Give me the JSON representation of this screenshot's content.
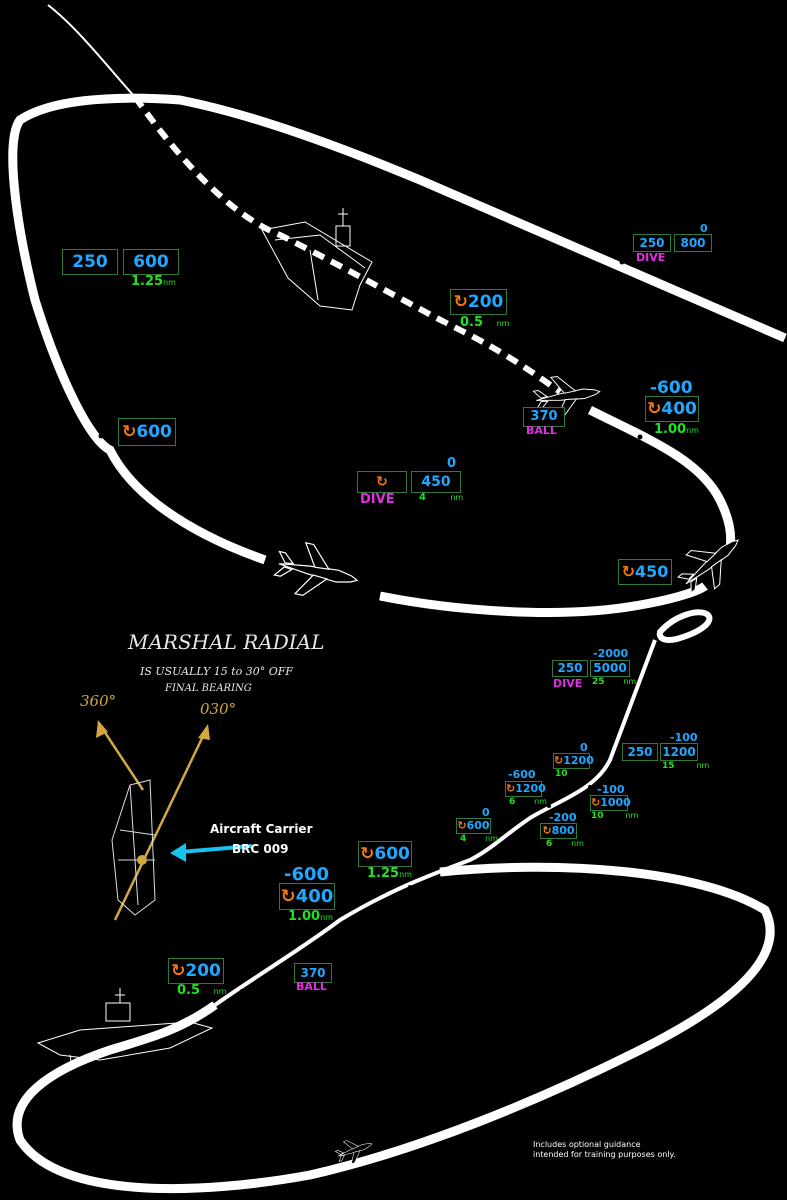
{
  "colors": {
    "accent_blue": "#1fa8ff",
    "guidance_green": "#22e022",
    "state_magenta": "#e22de2",
    "arrow_gold": "#d4a841",
    "pointer_cyan": "#19c3f0"
  },
  "top_pattern": {
    "b250": "250",
    "b600": "600",
    "d125": "1.25",
    "nm": "nm",
    "b600_left": "600",
    "dive_top": "0",
    "dive_250": "250",
    "dive_800": "800",
    "dive_label": "DIVE",
    "b200": "200",
    "d05": "0.5",
    "nm2": "nm",
    "ball_370": "370",
    "ball_label": "BALL",
    "m600": "-600",
    "b400": "400",
    "d100": "1.00",
    "nm3": "nm",
    "dive2_top": "0",
    "dive2_450": "450",
    "dive2_label": "DIVE",
    "dive2_4": "4",
    "nm4": "nm",
    "b450": "450"
  },
  "annotation": {
    "line1": "MARSHAL RADIAL",
    "line2": "IS USUALLY 15 to 30° OFF",
    "line3": "FINAL BEARING",
    "deg360": "360°",
    "deg030": "030°",
    "carrier1": "Aircraft Carrier",
    "carrier2": "BRC 009"
  },
  "bottom_pattern": {
    "dive_top": "-2000",
    "dive_250": "250",
    "dive_5000": "5000",
    "dive_label": "DIVE",
    "dive_25": "25",
    "nm": "nm",
    "r_top": "-100",
    "r_250": "250",
    "r_1200": "1200",
    "r_15": "15",
    "nm2": "nm",
    "a_top": "0",
    "a_1200": "1200",
    "a_10": "10",
    "b_top": "-600",
    "b_1200": "1200",
    "b_6": "6",
    "nm3": "nm",
    "c_top": "-100",
    "c_1000": "1000",
    "c_10": "10",
    "nm4": "nm",
    "d_top": "0",
    "d_600": "600",
    "d_4": "4",
    "nm5": "nm",
    "e_top": "-200",
    "e_800": "800",
    "e_6": "6",
    "nm6": "nm",
    "f_600": "600",
    "f_125": "1.25",
    "nm7": "nm",
    "g_m600": "-600",
    "g_400": "400",
    "g_100": "1.00",
    "nm8": "nm",
    "h_200": "200",
    "h_05": "0.5",
    "nm9": "nm",
    "i_370": "370",
    "i_ball": "BALL"
  },
  "footnote": {
    "line1": "Includes optional guidance",
    "line2": "intended for training purposes only."
  }
}
